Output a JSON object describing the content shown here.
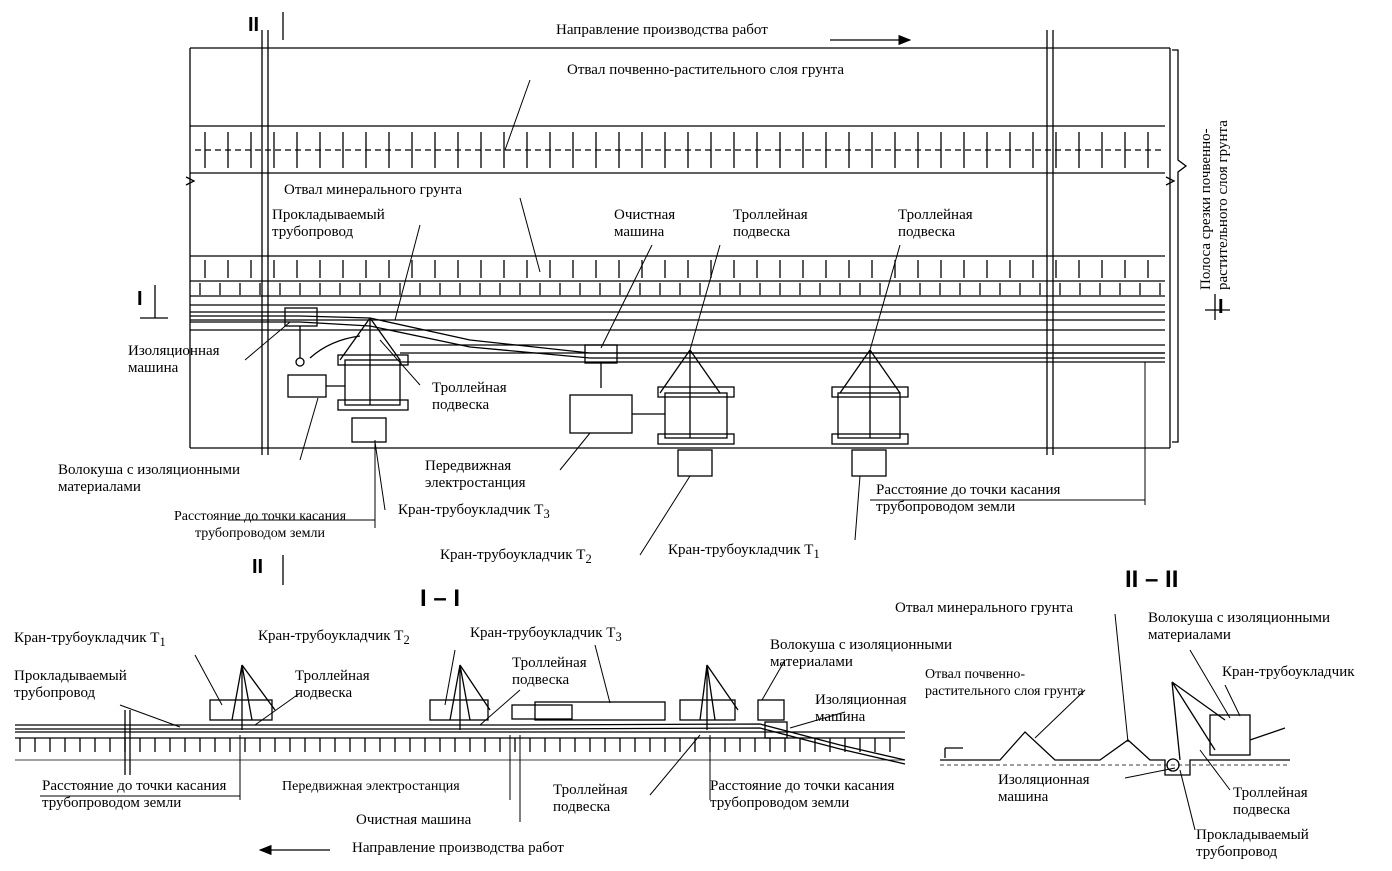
{
  "plan": {
    "direction": "Направление производства работ",
    "topsoil_dump": "Отвал почвенно-растительного слоя грунта",
    "mineral_dump": "Отвал минерального грунта",
    "pipeline": "Прокладываемый трубопровод",
    "cleaning_machine": "Очистная машина",
    "trolley_1": "Троллейная подвеска",
    "trolley_2": "Троллейная подвеска",
    "trolley_3": "Троллейная подвеска",
    "insulation_machine": "Изоляционная машина",
    "drag": "Волокуша с изоляционными материалами",
    "power_station": "Передвижная электростанция",
    "distance_left": "Расстояние до точки касания трубопроводом земли",
    "distance_right": "Расстояние до точки касания трубопроводом земли",
    "crane_t3": "Кран-трубоукладчик Т",
    "crane_t3_sub": "3",
    "crane_t2": "Кран-трубоукладчик Т",
    "crane_t2_sub": "2",
    "crane_t1": "Кран-трубоукладчик Т",
    "crane_t1_sub": "1",
    "strip": "Полоса срезки почвенно-растительного слоя грунта",
    "mark_i": "I",
    "mark_ii": "II"
  },
  "section_i": {
    "title": "I – I",
    "crane_t1": "Кран-трубоукладчик Т",
    "crane_t1_sub": "1",
    "crane_t2": "Кран-трубоукладчик Т",
    "crane_t2_sub": "2",
    "crane_t3": "Кран-трубоукладчик Т",
    "crane_t3_sub": "3",
    "pipeline": "Прокладываемый трубопровод",
    "trolley_a": "Троллейная подвеска",
    "trolley_b": "Троллейная подвеска",
    "trolley_c": "Троллейная подвеска",
    "drag": "Волокуша с изоляционными материалами",
    "insulation_machine": "Изоляционная машина",
    "distance_left": "Расстояние до точки касания трубопроводом земли",
    "distance_right": "Расстояние до точки касания трубопроводом земли",
    "power_station": "Передвижная электростанция",
    "cleaning_machine": "Очистная машина",
    "direction": "Направление производства работ"
  },
  "section_ii": {
    "title": "II – II",
    "mineral_dump": "Отвал минерального грунта",
    "topsoil_dump": "Отвал почвенно-растительного слоя грунта",
    "drag": "Волокуша с изоляционными материалами",
    "crane": "Кран-трубоукладчик",
    "insulation_machine": "Изоляционная машина",
    "trolley": "Троллейная подвеска",
    "pipeline": "Прокладываемый трубопровод"
  }
}
